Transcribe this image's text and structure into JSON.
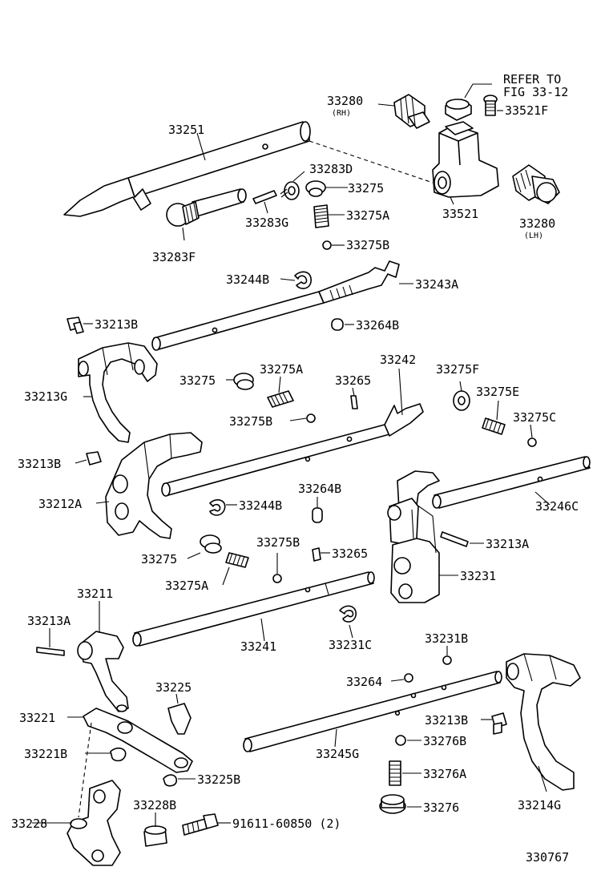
{
  "figure_code": "330767",
  "labels": {
    "l33251": "33251",
    "l33280rh": "33280",
    "l33280rh_sub": "(RH)",
    "l33280lh": "33280",
    "l33280lh_sub": "(LH)",
    "refer1": "REFER TO",
    "refer2": "FIG 33-12",
    "l33521F": "33521F",
    "l33521": "33521",
    "l33283D": "33283D",
    "l33275_top": "33275",
    "l33283G": "33283G",
    "l33275A_top": "33275A",
    "l33275B_top": "33275B",
    "l33283F": "33283F",
    "l33244B_top": "33244B",
    "l33243A": "33243A",
    "l33213B_top": "33213B",
    "l33264B_top": "33264B",
    "l33242": "33242",
    "l33275_mid": "33275",
    "l33275A_mid": "33275A",
    "l33265_top": "33265",
    "l33275F": "33275F",
    "l33275E": "33275E",
    "l33213G": "33213G",
    "l33275B_mid": "33275B",
    "l33275C": "33275C",
    "l33213B_mid": "33213B",
    "l33264B_mid": "33264B",
    "l33212A": "33212A",
    "l33244B_mid": "33244B",
    "l33246C": "33246C",
    "l33275B_low": "33275B",
    "l33265_low": "33265",
    "l33213A_right": "33213A",
    "l33275_low": "33275",
    "l33275A_low": "33275A",
    "l33231": "33231",
    "l33211": "33211",
    "l33213A_left": "33213A",
    "l33241": "33241",
    "l33231C": "33231C",
    "l33231B": "33231B",
    "l33225": "33225",
    "l33264": "33264",
    "l33221": "33221",
    "l33213B_low": "33213B",
    "l33221B": "33221B",
    "l33245G": "33245G",
    "l33276B": "33276B",
    "l33225B": "33225B",
    "l33276A": "33276A",
    "l33228B": "33228B",
    "l33228": "33228",
    "l91611": "91611-60850 (2)",
    "l33276": "33276",
    "l33214G": "33214G"
  }
}
